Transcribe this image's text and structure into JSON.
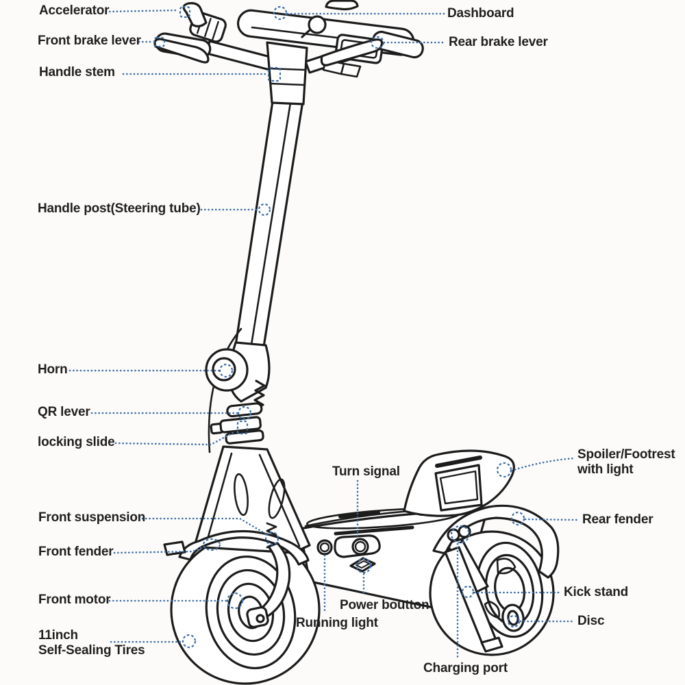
{
  "diagram": {
    "subject": "Electric scooter parts diagram",
    "colors": {
      "line": "#1c1c1c",
      "leader": "#3d6ea8",
      "label_text": "#1f1f1f",
      "background": "#fcfbf9"
    }
  },
  "labels": [
    {
      "id": "accelerator",
      "text": "Accelerator"
    },
    {
      "id": "front-brake",
      "text": "Front brake lever"
    },
    {
      "id": "handle-stem",
      "text": "Handle stem"
    },
    {
      "id": "handle-post",
      "text": "Handle post(Steering tube)"
    },
    {
      "id": "horn",
      "text": "Horn"
    },
    {
      "id": "qr-lever",
      "text": "QR lever"
    },
    {
      "id": "locking-slide",
      "text": "locking slide"
    },
    {
      "id": "front-suspension",
      "text": "Front suspension"
    },
    {
      "id": "front-fender",
      "text": "Front fender"
    },
    {
      "id": "front-motor",
      "text": "Front motor"
    },
    {
      "id": "tires",
      "text": "11inch\nSelf-Sealing Tires"
    },
    {
      "id": "dashboard",
      "text": "Dashboard"
    },
    {
      "id": "rear-brake",
      "text": "Rear brake lever"
    },
    {
      "id": "spoiler",
      "text": "Spoiler/Footrest\nwith light"
    },
    {
      "id": "rear-fender",
      "text": "Rear fender"
    },
    {
      "id": "kick-stand",
      "text": "Kick stand"
    },
    {
      "id": "disc",
      "text": "Disc"
    },
    {
      "id": "turn-signal",
      "text": "Turn signal"
    },
    {
      "id": "power-button",
      "text": "Power boutton"
    },
    {
      "id": "running-light",
      "text": "Running light"
    },
    {
      "id": "charging-port",
      "text": "Charging port"
    }
  ]
}
